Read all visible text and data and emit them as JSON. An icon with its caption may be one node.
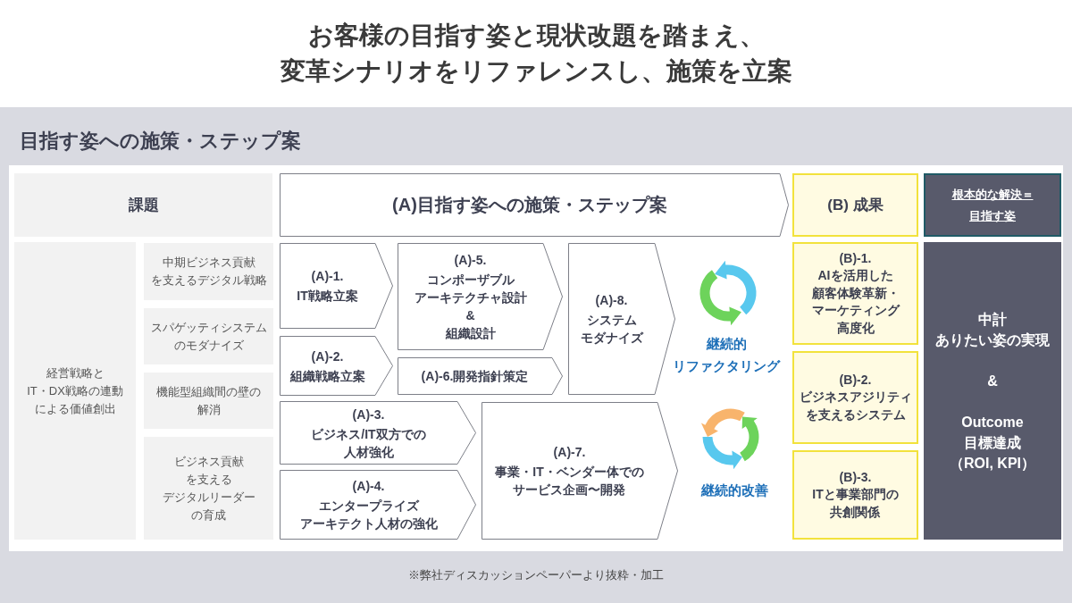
{
  "diagram": {
    "title": "お客様の目指す姿と現状改題を踏まえ、変革シナリオをリファレンスし、施策を立案",
    "caption": "※弊社ディスカッションペーパーより抜粋・加工",
    "nodes": [
      {
        "text": [
          "目指す姿への施策・ステップ案"
        ]
      },
      {
        "text": [
          "課題"
        ],
        "in": 0
      },
      {
        "text": [
          "(A)目指す姿への施策・ステップ案"
        ],
        "in": 0
      },
      {
        "text": [
          "(B) 成果"
        ],
        "in": 0
      },
      {
        "text": [
          "根本的な解決＝目指す姿"
        ],
        "in": 0
      },
      {
        "text": [
          "経営戦略とIT・DX戦略の連動による価値創出"
        ],
        "in": 0
      },
      {
        "text": [
          "中期ビジネス貢献を支えるデジタル戦略"
        ],
        "in": 0
      },
      {
        "text": [
          "スパゲッティシステムのモダナイズ"
        ],
        "in": 0
      },
      {
        "text": [
          "機能型組織間の壁の解消"
        ],
        "in": 0
      },
      {
        "text": [
          "ビジネス貢献を支えるデジタルリーダーの育成"
        ],
        "in": 0
      },
      {
        "text": [
          "(A)-1.",
          "IT戦略立案"
        ],
        "in": 0
      },
      {
        "text": [
          "(A)-2.",
          "組織戦略立案"
        ],
        "in": 0
      },
      {
        "text": [
          "(A)-3.",
          "ビジネス/IT双方での人材強化"
        ],
        "in": 0
      },
      {
        "text": [
          "(A)-4.",
          "エンタープライズアーキテクト人材の強化"
        ],
        "in": 0
      },
      {
        "text": [
          "(A)-5.",
          "コンポーザブルアーキテクチャ設計&組織設計"
        ],
        "in": 0
      },
      {
        "text": [
          "(A)-6.開発指針策定"
        ],
        "in": 0
      },
      {
        "text": [
          "(A)-7.",
          "事業・IT・ベンダー体でのサービス企画〜開発"
        ],
        "in": 0
      },
      {
        "text": [
          "(A)-8.",
          "システムモダナイズ"
        ],
        "in": 0
      },
      {
        "text": [
          "(B)-1.",
          "AIを活用した顧客体験革新・マーケティング高度化"
        ],
        "in": 0
      },
      {
        "text": [
          "(B)-2.",
          "ビジネスアジリティを支えるシステム"
        ],
        "in": 0
      },
      {
        "text": [
          "(B)-3.",
          "ITと事業部門の共創関係"
        ],
        "in": 0
      },
      {
        "text": [
          "中計ありたい姿の実現",
          "&",
          "Outcome目標達成（ROI, KPI）"
        ],
        "in": 0
      }
    ],
    "labels": [
      "継続的リファクタリング",
      "継続的改善"
    ]
  }
}
